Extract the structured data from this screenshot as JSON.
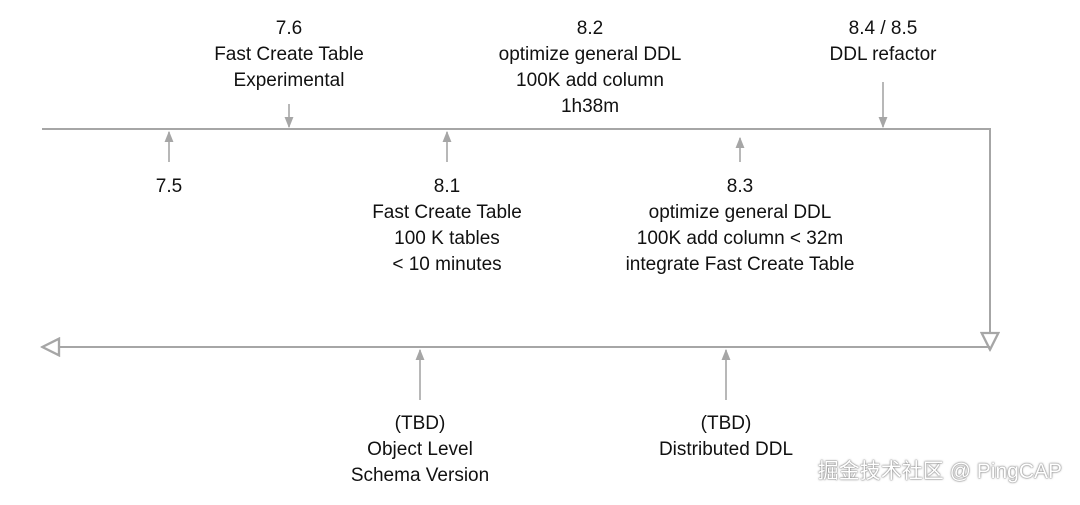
{
  "timeline": {
    "above_top": [
      {
        "id": "7.6",
        "lines": [
          "7.6",
          "Fast Create Table",
          "Experimental"
        ]
      },
      {
        "id": "8.2",
        "lines": [
          "8.2",
          "optimize general DDL",
          "100K add column",
          "1h38m"
        ]
      },
      {
        "id": "8.4-8.5",
        "lines": [
          "8.4 / 8.5",
          "DDL refactor"
        ]
      }
    ],
    "below_top": [
      {
        "id": "7.5",
        "lines": [
          "7.5"
        ]
      },
      {
        "id": "8.1",
        "lines": [
          "8.1",
          "Fast Create Table",
          "100 K tables",
          "< 10 minutes"
        ]
      },
      {
        "id": "8.3",
        "lines": [
          "8.3",
          "optimize general DDL",
          "100K add column < 32m",
          "integrate Fast Create Table"
        ]
      }
    ],
    "below_bottom": [
      {
        "id": "tbd-schema",
        "lines": [
          "(TBD)",
          "Object Level",
          "Schema Version"
        ]
      },
      {
        "id": "tbd-distributed",
        "lines": [
          "(TBD)",
          "Distributed DDL"
        ]
      }
    ]
  },
  "watermark": "掘金技术社区 @ PingCAP",
  "colors": {
    "line": "#a6a6a6",
    "text": "#111111"
  }
}
